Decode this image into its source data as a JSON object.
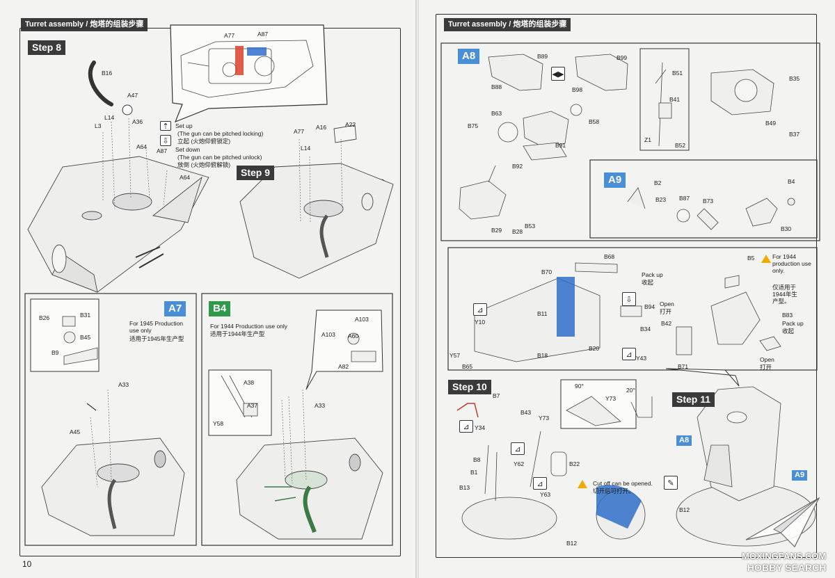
{
  "left_page": {
    "header": "Turret assembly / 炮塔的组装步骤",
    "page_number": "10",
    "step8": {
      "label": "Step 8",
      "parts": [
        "B16",
        "A47",
        "L14",
        "A36",
        "L3",
        "A64",
        "A87",
        "A64",
        "A77",
        "A87"
      ],
      "note_setup_title": "Set up",
      "note_setup_en": "(The gun can be pitched locking)",
      "note_setup_cn": "立起 (火炮仰俯锁定)",
      "note_setdown_title": "Set down",
      "note_setdown_en": "(The gun can be pitched unlock)",
      "note_setdown_cn": "放倒 (火炮仰俯解锁)"
    },
    "step9": {
      "label": "Step 9",
      "parts": [
        "A77",
        "A16",
        "A22",
        "L14"
      ]
    },
    "a7": {
      "label": "A7",
      "note_en": "For 1945 Production use only",
      "note_cn": "适用于1945年生产型",
      "parts": [
        "B26",
        "B31",
        "B9",
        "B45",
        "A33",
        "A45"
      ]
    },
    "b4": {
      "label": "B4",
      "note_en": "For 1944 Production use only",
      "note_cn": "适用于1944年生产型",
      "parts": [
        "A103",
        "A103",
        "A60",
        "A82",
        "A38",
        "A37",
        "Y58",
        "A33"
      ]
    }
  },
  "right_page": {
    "header": "Turret assembly / 炮塔的组装步骤",
    "a8": {
      "label": "A8",
      "parts": [
        "B89",
        "B88",
        "B99",
        "B98",
        "B63",
        "B75",
        "B58",
        "B91",
        "B92",
        "B29",
        "B28",
        "B53",
        "B51",
        "B41",
        "Z1",
        "B52",
        "B35",
        "B49",
        "B37"
      ]
    },
    "a9": {
      "label": "A9",
      "parts": [
        "B2",
        "B23",
        "B87",
        "B73",
        "B4",
        "B30"
      ]
    },
    "middle": {
      "parts": [
        "B68",
        "B70",
        "B11",
        "Y10",
        "Y57",
        "B65",
        "B18",
        "B20",
        "B94",
        "B34",
        "B42",
        "Y43",
        "B71",
        "B5",
        "B83"
      ],
      "pack_up_1": "Pack up",
      "pack_up_1_cn": "收起",
      "open_1": "Open",
      "open_1_cn": "打开",
      "note_1944_en": "For 1944 production use only.",
      "note_1944_cn": "仅适用于1944年生产型。",
      "pack_up_2": "Pack up",
      "pack_up_2_cn": "收起",
      "open_2": "Open",
      "open_2_cn": "打开"
    },
    "step10": {
      "label": "Step 10",
      "parts": [
        "B7",
        "B43",
        "Y73",
        "Y34",
        "B8",
        "B1",
        "Y62",
        "B22",
        "Y63",
        "B13",
        "B12"
      ],
      "angle_90": "90°",
      "angle_20": "20°",
      "angle_part": "Y73",
      "cutoff_en": "Cut off can be opened.",
      "cutoff_cn": "切开后可打开。"
    },
    "step11": {
      "label": "Step 11",
      "parts": [
        "A8",
        "A9",
        "B12"
      ]
    },
    "watermark_top": "MOXINGFANS.COM",
    "watermark_bottom": "HOBBY SEARCH"
  },
  "colors": {
    "accent_blue": "#4a8fd6",
    "accent_green": "#2f9a4a",
    "highlight_red": "#d9422b",
    "highlight_blue": "#2f6fc9",
    "step_dark": "#3a3a3a"
  }
}
